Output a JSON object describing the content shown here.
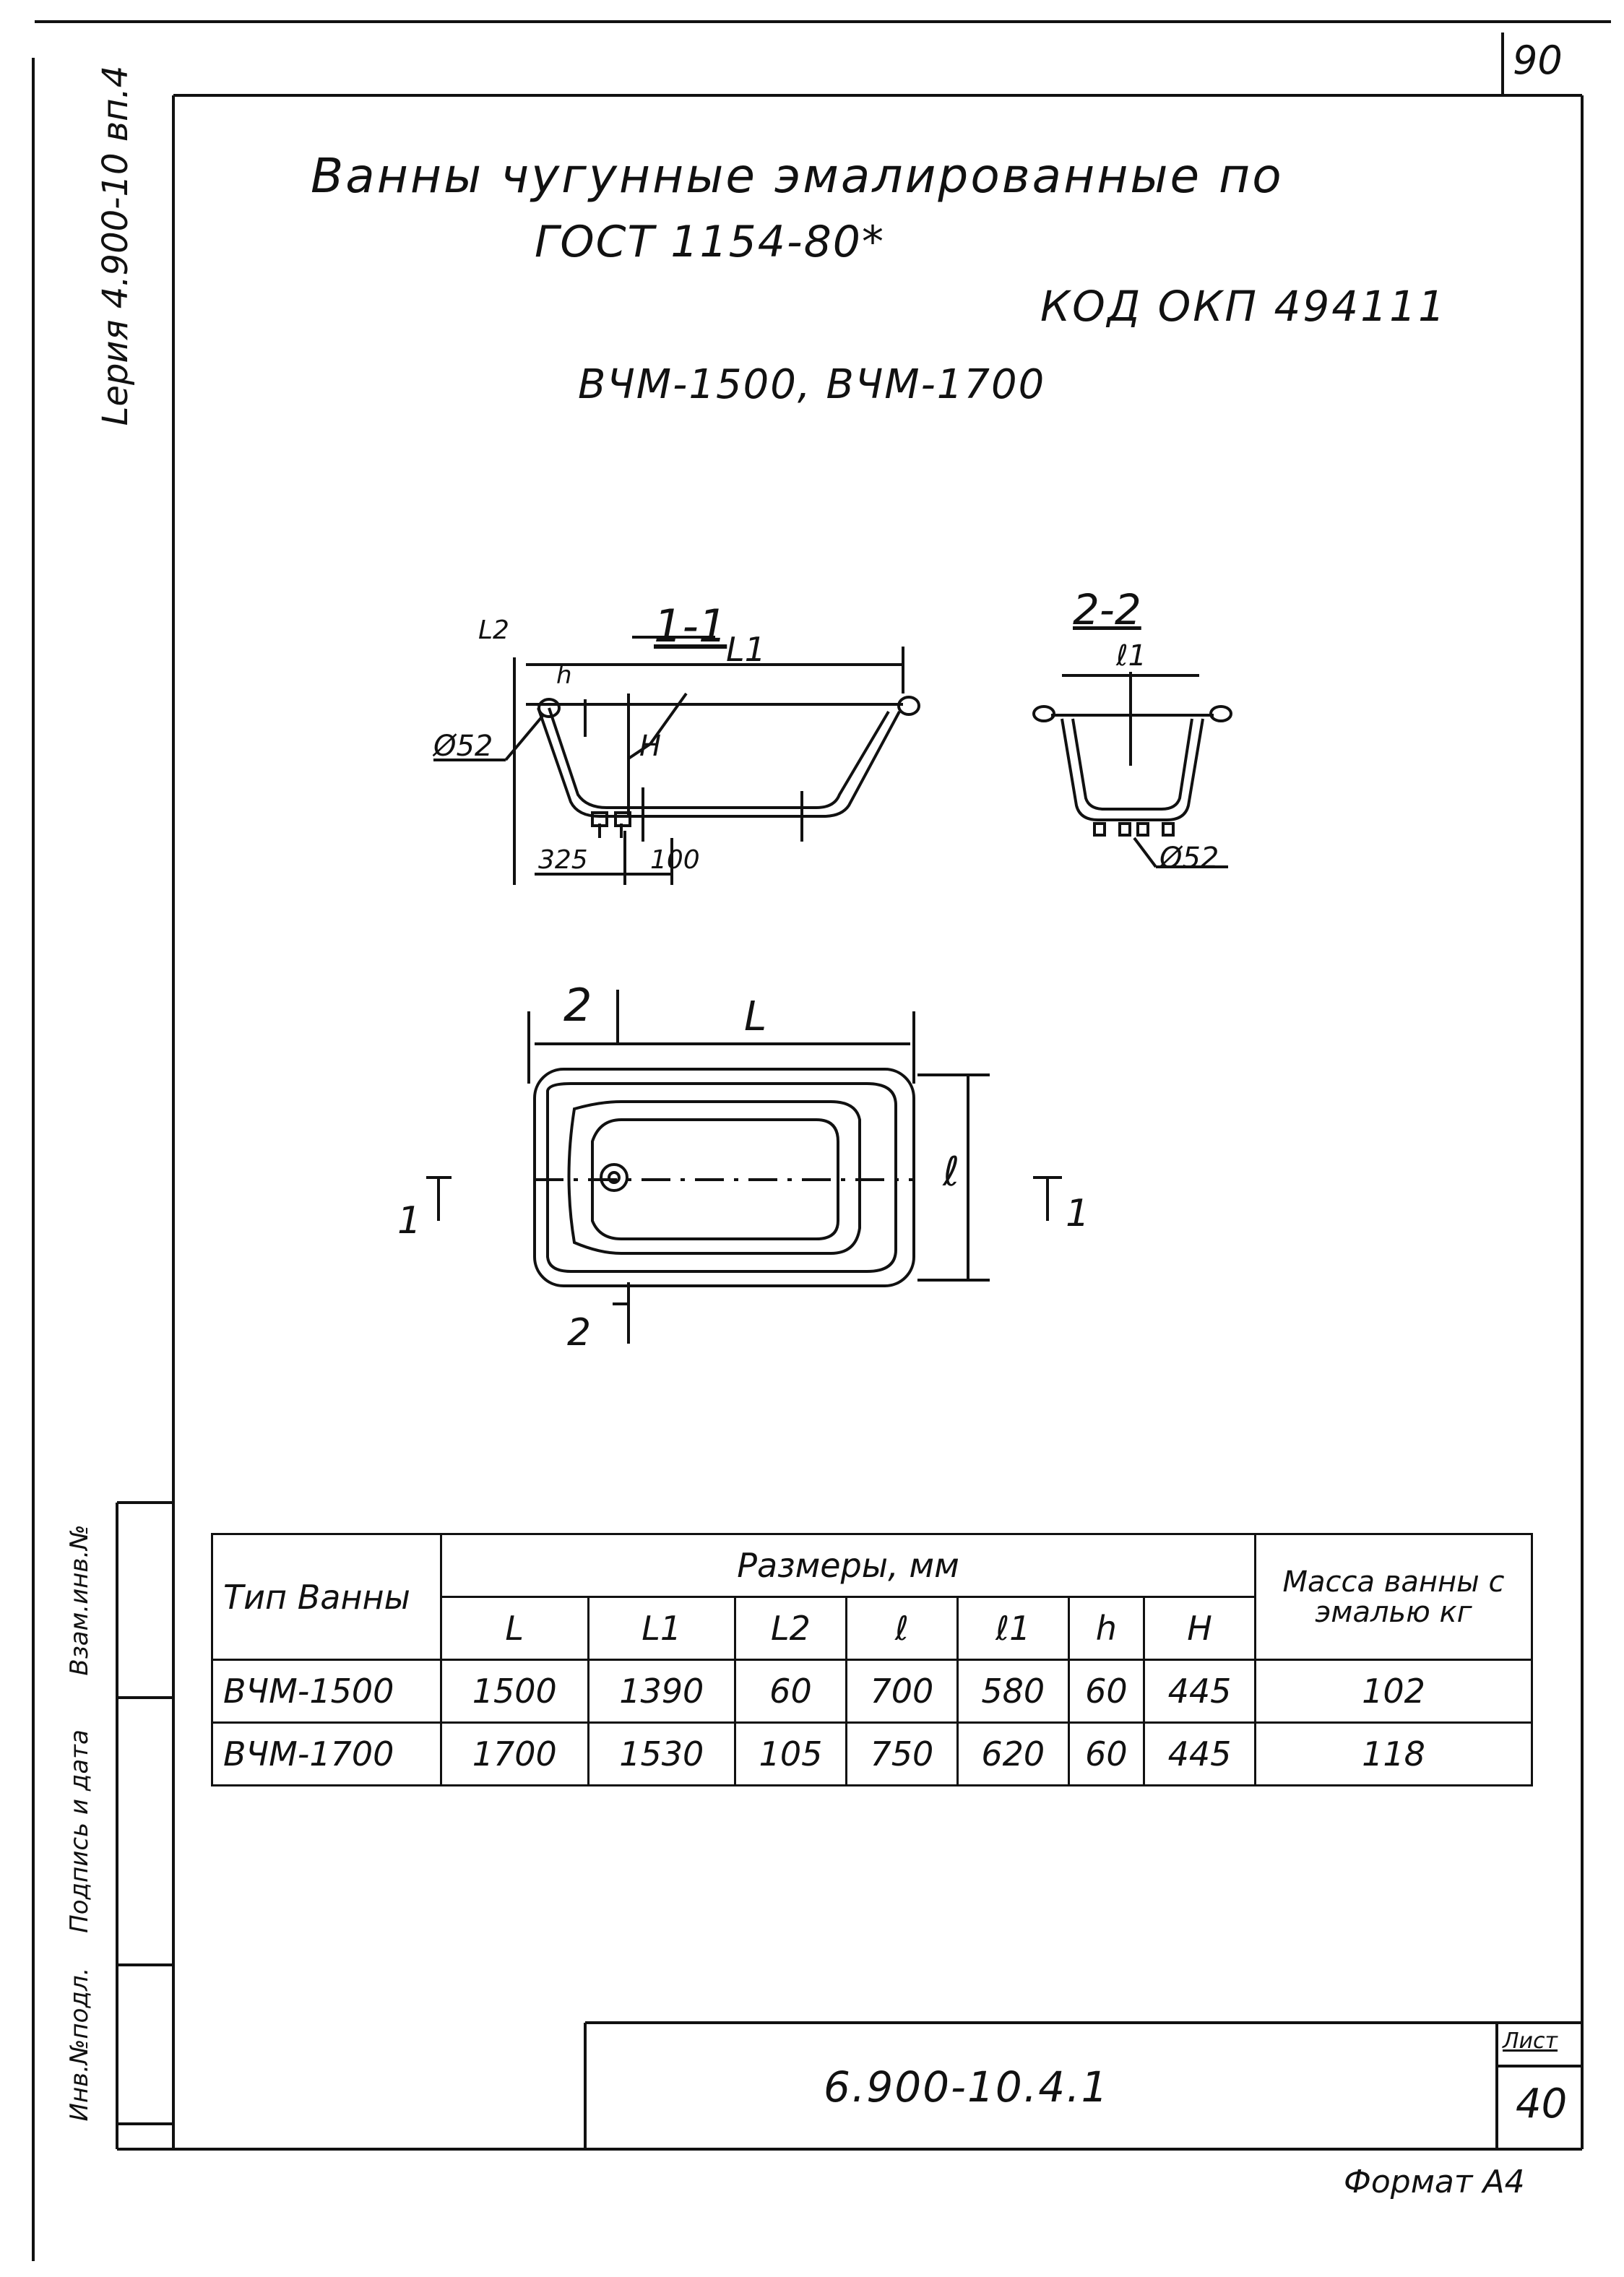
{
  "sheet": {
    "page_corner_number": "90",
    "side_series": "Lерия 4.900-10 вп.4",
    "title_line1": "Ванны чугунные эмалированные по",
    "title_line2": "ГОСТ 1154-80*",
    "okp_code": "КОД ОКП 494111",
    "models": "ВЧМ-1500, ВЧМ-1700",
    "doc_number": "6.900-10.4.1",
    "sheet_label": "Лист",
    "sheet_number": "40",
    "format": "Формат А4"
  },
  "stamp_column": [
    "Инв.№подл.",
    "Подпись и дата",
    "Взам.инв.№"
  ],
  "drawing": {
    "section_1": "1-1",
    "section_2": "2-2",
    "L1": "L1",
    "L2": "L2",
    "l1": "ℓ1",
    "h": "h",
    "H": "H",
    "d52_left": "Ø52",
    "d52_right": "Ø52",
    "dim_325": "325",
    "dim_100": "100",
    "L": "L",
    "l": "ℓ",
    "mark_2_top": "2",
    "mark_2_bottom": "2",
    "mark_1_left": "1",
    "mark_1_right": "1"
  },
  "table": {
    "type_header": "Тип Ванны",
    "sizes_header": "Размеры, мм",
    "mass_header": "Масса ванны с эмалью кг",
    "columns": [
      "L",
      "L1",
      "L2",
      "ℓ",
      "ℓ1",
      "h",
      "H"
    ],
    "rows": [
      {
        "type": "ВЧМ-1500",
        "L": "1500",
        "L1": "1390",
        "L2": "60",
        "l": "700",
        "l1": "580",
        "h": "60",
        "H": "445",
        "mass": "102"
      },
      {
        "type": "ВЧМ-1700",
        "L": "1700",
        "L1": "1530",
        "L2": "105",
        "l": "750",
        "l1": "620",
        "h": "60",
        "H": "445",
        "mass": "118"
      }
    ]
  }
}
